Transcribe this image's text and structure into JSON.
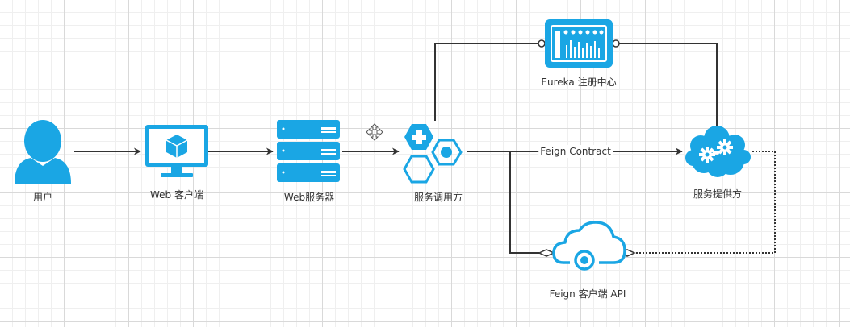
{
  "nodes": {
    "user": {
      "label": "用户",
      "icon": "user-icon"
    },
    "web_client": {
      "label": "Web 客户端",
      "icon": "monitor-icon"
    },
    "web_server": {
      "label": "Web服务器",
      "icon": "server-icon"
    },
    "consumer": {
      "label": "服务调用方",
      "icon": "hexagon-cluster-icon"
    },
    "eureka": {
      "label": "Eureka 注册中心",
      "icon": "dashboard-panel-icon"
    },
    "provider": {
      "label": "服务提供方",
      "icon": "cloud-gears-icon"
    },
    "feign_api": {
      "label": "Feign 客户端 API",
      "icon": "cloud-node-icon"
    }
  },
  "edges": {
    "contract": {
      "label": "Feign Contract"
    }
  },
  "colors": {
    "accent": "#1aa6e4",
    "accent_light": "#c9ecfb",
    "line": "#333333"
  }
}
